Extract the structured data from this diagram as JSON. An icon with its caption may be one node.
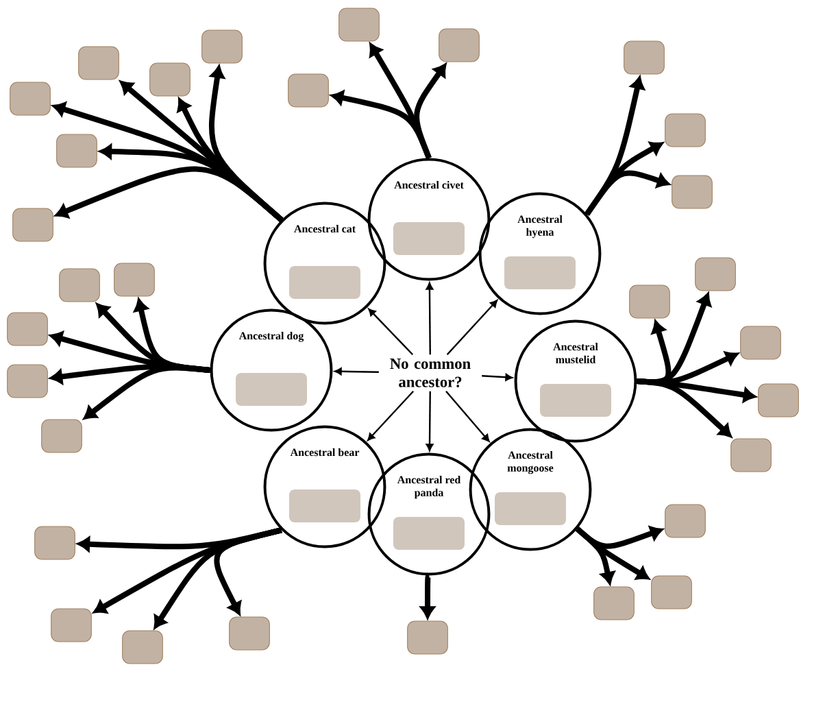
{
  "diagram": {
    "nodes": [
      {
        "text": [
          "No common ancestor?"
        ]
      },
      {
        "text": [
          "Ancestral cat"
        ]
      },
      {
        "text": [
          "Ancestral civet"
        ]
      },
      {
        "text": [
          "Ancestral hyena"
        ]
      },
      {
        "text": [
          "Ancestral mustelid"
        ]
      },
      {
        "text": [
          "Ancestral mongoose"
        ]
      },
      {
        "text": [
          "Ancestral red panda"
        ]
      },
      {
        "text": [
          "Ancestral bear"
        ]
      },
      {
        "text": [
          "Ancestral dog"
        ]
      },
      {
        "text": [],
        "shape": "box"
      },
      {
        "text": [],
        "shape": "box"
      },
      {
        "text": [],
        "shape": "box"
      },
      {
        "text": [],
        "shape": "box"
      },
      {
        "text": [],
        "shape": "box"
      },
      {
        "text": [],
        "shape": "box"
      },
      {
        "text": [],
        "shape": "box"
      },
      {
        "text": [],
        "shape": "box"
      },
      {
        "text": [],
        "shape": "box"
      },
      {
        "text": [],
        "shape": "box"
      },
      {
        "text": [],
        "shape": "box"
      },
      {
        "text": [],
        "shape": "box"
      },
      {
        "text": [],
        "shape": "box"
      },
      {
        "text": [],
        "shape": "box"
      },
      {
        "text": [],
        "shape": "box"
      },
      {
        "text": [],
        "shape": "box"
      },
      {
        "text": [],
        "shape": "box"
      },
      {
        "text": [],
        "shape": "box"
      },
      {
        "text": [],
        "shape": "box"
      },
      {
        "text": [],
        "shape": "box"
      },
      {
        "text": [],
        "shape": "box"
      },
      {
        "text": [],
        "shape": "box"
      },
      {
        "text": [],
        "shape": "box"
      },
      {
        "text": [],
        "shape": "box"
      },
      {
        "text": [],
        "shape": "box"
      },
      {
        "text": [],
        "shape": "box"
      },
      {
        "text": [],
        "shape": "box"
      },
      {
        "text": [],
        "shape": "box"
      },
      {
        "text": [],
        "shape": "box"
      },
      {
        "text": [],
        "shape": "box"
      }
    ],
    "edges": [
      {
        "from": 0,
        "to": 1,
        "arrow": "to"
      },
      {
        "from": 0,
        "to": 2,
        "arrow": "to"
      },
      {
        "from": 0,
        "to": 3,
        "arrow": "to"
      },
      {
        "from": 0,
        "to": 4,
        "arrow": "to"
      },
      {
        "from": 0,
        "to": 5,
        "arrow": "to"
      },
      {
        "from": 0,
        "to": 6,
        "arrow": "to"
      },
      {
        "from": 0,
        "to": 7,
        "arrow": "to"
      },
      {
        "from": 0,
        "to": 8,
        "arrow": "to"
      },
      {
        "from": 1,
        "to": 9,
        "arrow": "to"
      },
      {
        "from": 1,
        "to": 10,
        "arrow": "to"
      },
      {
        "from": 1,
        "to": 11,
        "arrow": "to"
      },
      {
        "from": 1,
        "to": 12,
        "arrow": "to"
      },
      {
        "from": 1,
        "to": 13,
        "arrow": "to"
      },
      {
        "from": 1,
        "to": 14,
        "arrow": "to"
      },
      {
        "from": 2,
        "to": 15,
        "arrow": "to"
      },
      {
        "from": 2,
        "to": 16,
        "arrow": "to"
      },
      {
        "from": 2,
        "to": 17,
        "arrow": "to"
      },
      {
        "from": 3,
        "to": 18,
        "arrow": "to"
      },
      {
        "from": 3,
        "to": 19,
        "arrow": "to"
      },
      {
        "from": 3,
        "to": 20,
        "arrow": "to"
      },
      {
        "from": 4,
        "to": 21,
        "arrow": "to"
      },
      {
        "from": 4,
        "to": 22,
        "arrow": "to"
      },
      {
        "from": 4,
        "to": 23,
        "arrow": "to"
      },
      {
        "from": 4,
        "to": 24,
        "arrow": "to"
      },
      {
        "from": 4,
        "to": 25,
        "arrow": "to"
      },
      {
        "from": 5,
        "to": 26,
        "arrow": "to"
      },
      {
        "from": 5,
        "to": 27,
        "arrow": "to"
      },
      {
        "from": 5,
        "to": 28,
        "arrow": "to"
      },
      {
        "from": 6,
        "to": 29,
        "arrow": "to"
      },
      {
        "from": 7,
        "to": 30,
        "arrow": "to"
      },
      {
        "from": 7,
        "to": 31,
        "arrow": "to"
      },
      {
        "from": 7,
        "to": 32,
        "arrow": "to"
      },
      {
        "from": 7,
        "to": 33,
        "arrow": "to"
      },
      {
        "from": 8,
        "to": 34,
        "arrow": "to"
      },
      {
        "from": 8,
        "to": 35,
        "arrow": "to"
      },
      {
        "from": 8,
        "to": 36,
        "arrow": "to"
      },
      {
        "from": 8,
        "to": 37,
        "arrow": "to"
      },
      {
        "from": 8,
        "to": 38,
        "arrow": "to"
      }
    ]
  }
}
